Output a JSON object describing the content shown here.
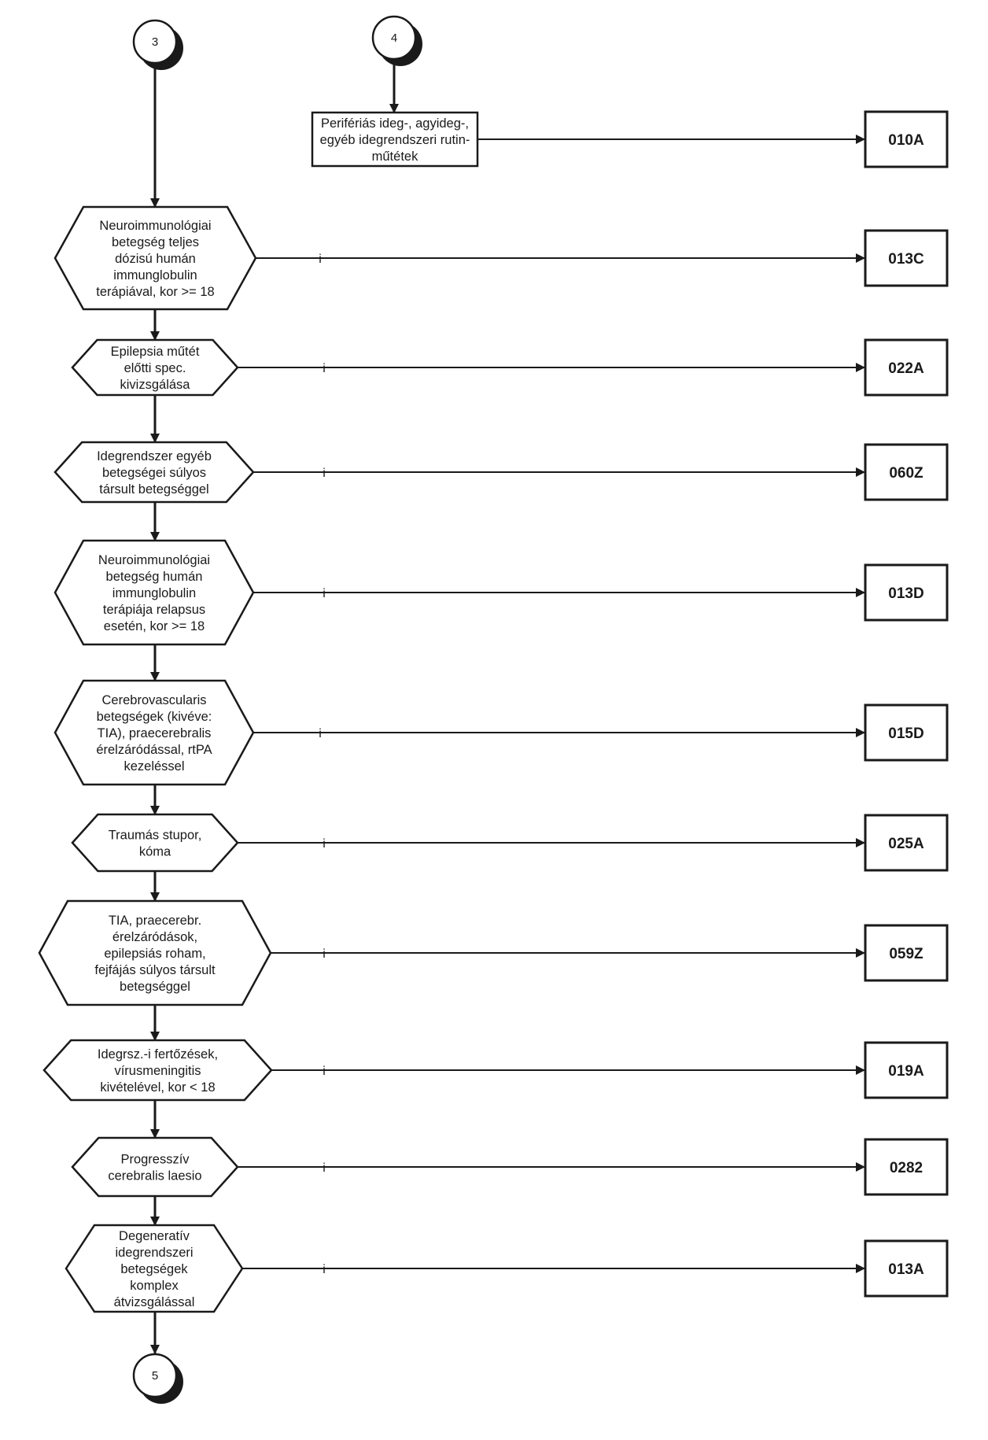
{
  "connectors": {
    "c3": "3",
    "c4": "4",
    "c5": "5"
  },
  "branch_label": "i",
  "start_process": {
    "lines": [
      "Perifériás ideg-, agyideg-,",
      "egyéb idegrendszeri rutin-",
      "műtétek"
    ],
    "outcome": "010A"
  },
  "decisions": [
    {
      "lines": [
        "Neuroimmunológiai",
        "betegség teljes",
        "dózisú humán",
        "immunglobulin",
        "terápiával, kor >= 18"
      ],
      "outcome": "013C"
    },
    {
      "lines": [
        "Epilepsia műtét",
        "előtti  spec.",
        "kivizsgálása"
      ],
      "outcome": "022A"
    },
    {
      "lines": [
        "Idegrendszer egyéb",
        "betegségei súlyos",
        "társult betegséggel"
      ],
      "outcome": "060Z"
    },
    {
      "lines": [
        "Neuroimmunológiai",
        "betegség humán",
        "immunglobulin",
        "terápiája relapsus",
        "esetén, kor >= 18"
      ],
      "outcome": "013D"
    },
    {
      "lines": [
        "Cerebrovascularis",
        "betegségek (kivéve:",
        "TIA), praecerebralis",
        "érelzáródással, rtPA",
        "kezeléssel"
      ],
      "outcome": "015D"
    },
    {
      "lines": [
        "Traumás stupor,",
        "kóma"
      ],
      "outcome": "025A"
    },
    {
      "lines": [
        "TIA, praecerebr.",
        "érelzáródások,",
        "epilepsiás roham,",
        "fejfájás súlyos társult",
        "betegséggel"
      ],
      "outcome": "059Z"
    },
    {
      "lines": [
        "Idegrsz.-i fertőzések,",
        "vírusmeningitis",
        "kivételével, kor < 18"
      ],
      "outcome": "019A"
    },
    {
      "lines": [
        "Progresszív",
        "cerebralis laesio"
      ],
      "outcome": "0282"
    },
    {
      "lines": [
        "Degeneratív",
        "idegrendszeri",
        "betegségek",
        "komplex",
        "átvizsgálással"
      ],
      "outcome": "013A"
    }
  ]
}
